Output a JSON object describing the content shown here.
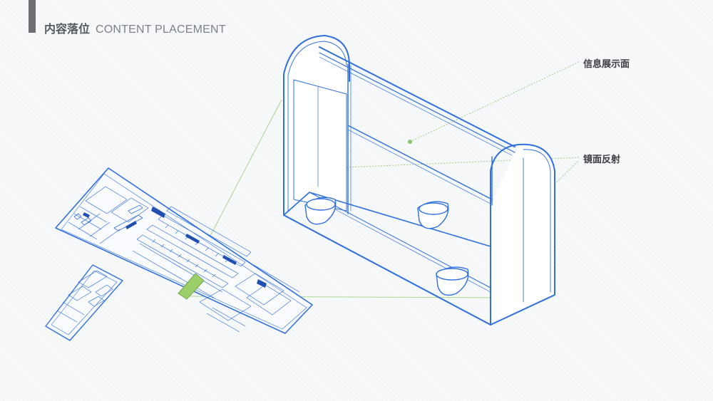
{
  "header": {
    "title_cn": "内容落位",
    "title_en": "CONTENT PLACEMENT"
  },
  "callouts": {
    "info_display": "信息展示面",
    "mirror_reflection": "镜面反射"
  },
  "colors": {
    "line_blue": "#2f6fe0",
    "leader_green": "#9ccf7a",
    "highlight_green": "#9ccf6a",
    "dark_panel": "#1f4fb0"
  },
  "icons": [
    "title-bar-accent"
  ]
}
